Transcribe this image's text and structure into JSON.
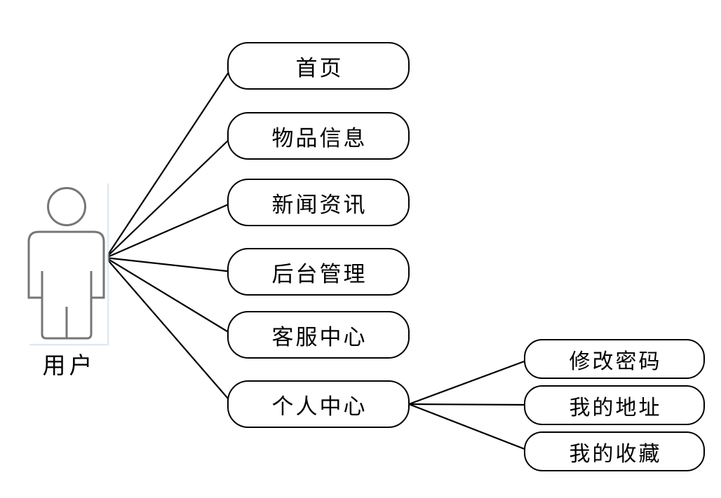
{
  "diagram": {
    "actor": {
      "label": "用户"
    },
    "primary_use_cases": [
      {
        "label": "首页"
      },
      {
        "label": "物品信息"
      },
      {
        "label": "新闻资讯"
      },
      {
        "label": "后台管理"
      },
      {
        "label": "客服中心"
      },
      {
        "label": "个人中心"
      }
    ],
    "personal_center_sub_use_cases": [
      {
        "label": "修改密码"
      },
      {
        "label": "我的地址"
      },
      {
        "label": "我的收藏"
      }
    ],
    "colors": {
      "node_border": "#000000",
      "connector": "#000000",
      "actor_stroke": "#767676",
      "actor_card_shadow": "#d8e3f2"
    }
  }
}
